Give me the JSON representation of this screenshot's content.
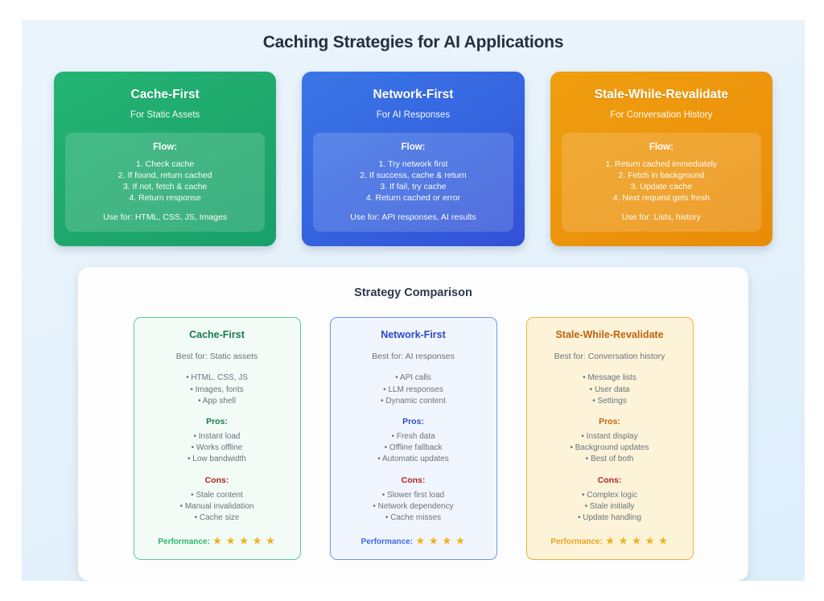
{
  "page": {
    "title": "Caching Strategies for AI Applications",
    "background_color": "#e9f3fb"
  },
  "strategies": [
    {
      "name": "Cache-First",
      "subtitle": "For Static Assets",
      "color": "#1fa86d",
      "theme": "green",
      "flow_heading": "Flow:",
      "steps": [
        "1. Check cache",
        "2. If found, return cached",
        "3. If not, fetch & cache",
        "4. Return response"
      ],
      "use_for": "Use for: HTML, CSS, JS, Images"
    },
    {
      "name": "Network-First",
      "subtitle": "For AI Responses",
      "color": "#3565e0",
      "theme": "blue",
      "flow_heading": "Flow:",
      "steps": [
        "1. Try network first",
        "2. If success, cache & return",
        "3. If fail, try cache",
        "4. Return cached or error"
      ],
      "use_for": "Use for: API responses, AI results"
    },
    {
      "name": "Stale-While-Revalidate",
      "subtitle": "For Conversation History",
      "color": "#ed960d",
      "theme": "orange",
      "flow_heading": "Flow:",
      "steps": [
        "1. Return cached immediately",
        "2. Fetch in background",
        "3. Update cache",
        "4. Next request gets fresh"
      ],
      "use_for": "Use for: Lists, history"
    }
  ],
  "comparison": {
    "title": "Strategy Comparison",
    "pros_label": "Pros:",
    "cons_label": "Cons:",
    "performance_label": "Performance:",
    "star_glyph": "★",
    "cards": [
      {
        "name": "Cache-First",
        "theme": "green",
        "best_for": "Best for: Static assets",
        "use_cases": [
          "• HTML, CSS, JS",
          "• Images, fonts",
          "• App shell"
        ],
        "pros": [
          "• Instant load",
          "• Works offline",
          "• Low bandwidth"
        ],
        "cons": [
          "• Stale content",
          "• Manual invalidation",
          "• Cache size"
        ],
        "performance_stars": 5,
        "stars_text": "★ ★ ★ ★ ★"
      },
      {
        "name": "Network-First",
        "theme": "blue",
        "best_for": "Best for: AI responses",
        "use_cases": [
          "• API calls",
          "• LLM responses",
          "• Dynamic content"
        ],
        "pros": [
          "• Fresh data",
          "• Offline fallback",
          "• Automatic updates"
        ],
        "cons": [
          "• Slower first load",
          "• Network dependency",
          "• Cache misses"
        ],
        "performance_stars": 4,
        "stars_text": "★ ★ ★ ★"
      },
      {
        "name": "Stale-While-Revalidate",
        "theme": "orange",
        "best_for": "Best for: Conversation history",
        "use_cases": [
          "• Message lists",
          "• User data",
          "• Settings"
        ],
        "pros": [
          "• Instant display",
          "• Background updates",
          "• Best of both"
        ],
        "cons": [
          "• Complex logic",
          "• Stale initially",
          "• Update handling"
        ],
        "performance_stars": 5,
        "stars_text": "★ ★ ★ ★ ★"
      }
    ]
  }
}
